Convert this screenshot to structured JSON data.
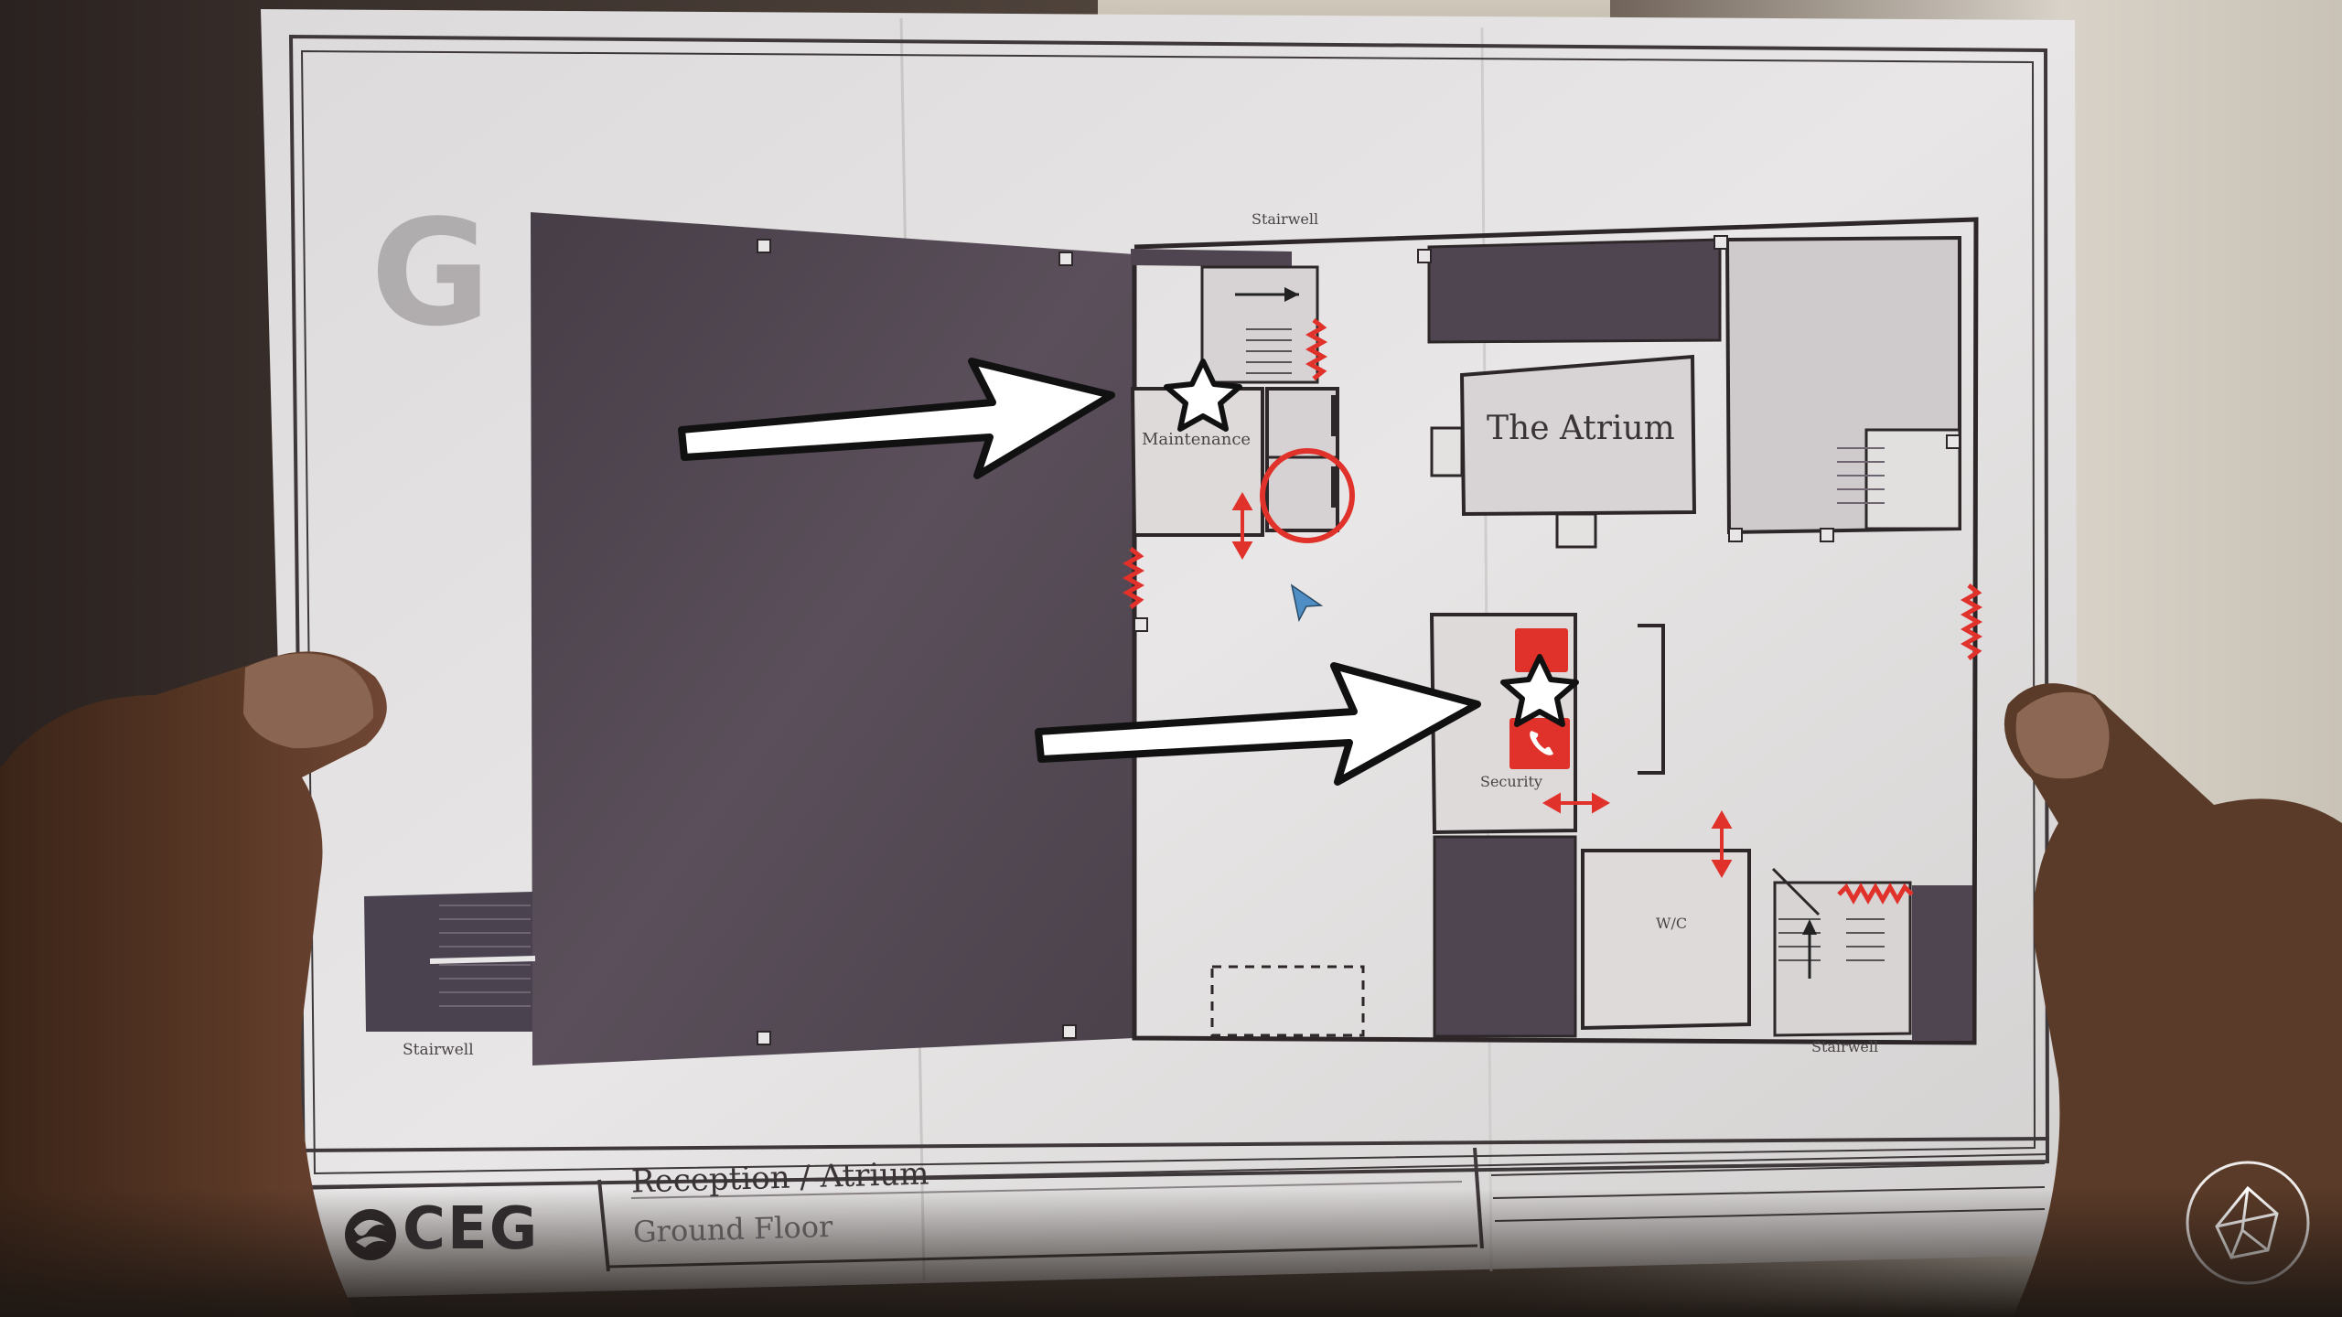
{
  "map": {
    "big_letter": "G",
    "title": "Reception / Atrium",
    "subtitle": "Ground Floor",
    "logo": "CEG",
    "rooms": {
      "atrium": "The Atrium",
      "maintenance": "Maintenance",
      "security": "Security",
      "wc": "W/C",
      "stairwell_top": "Stairwell",
      "stairwell_left": "Stairwell",
      "stairwell_right": "Stairwell"
    },
    "icons": {
      "marker_1": "star-icon",
      "marker_2": "star-icon",
      "phone": "phone-icon",
      "pointer": "player-position-icon",
      "watermark": "polygon-logo-icon"
    },
    "colors": {
      "dark_area": "#4e4550",
      "paper": "#e4e2e2",
      "highlight_red": "#e0312b",
      "line": "#2d2729"
    }
  }
}
